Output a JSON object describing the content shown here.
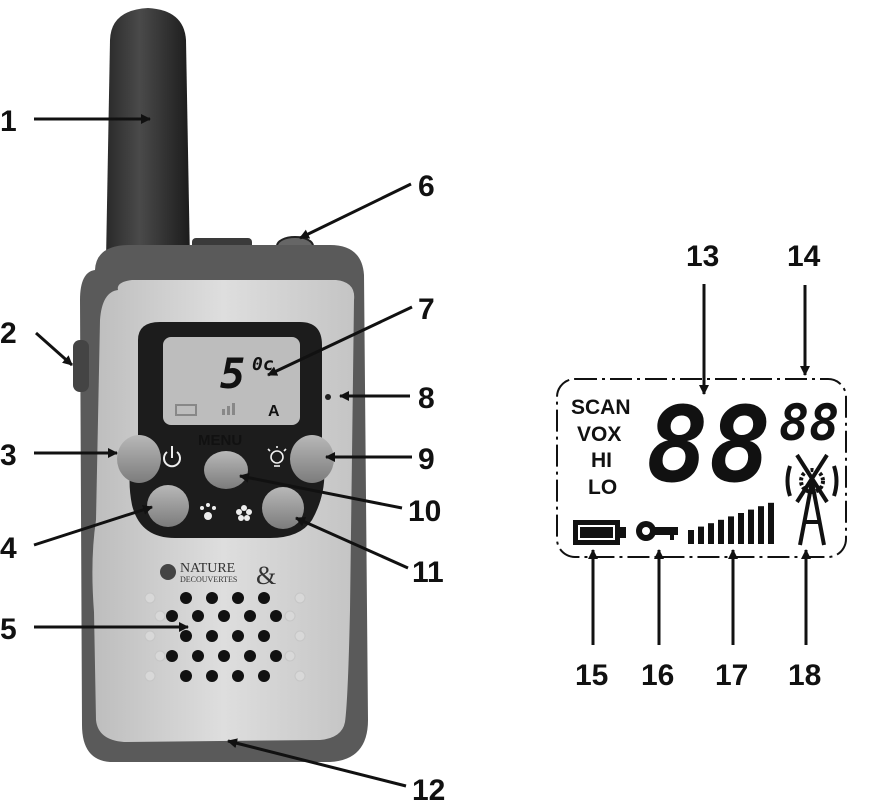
{
  "device": {
    "menu_label": "MENU",
    "brand_line1": "NATURE",
    "brand_line2": "DECOUVERTES",
    "brand_amp": "&",
    "screen_digits": "5",
    "screen_small_digits": "0c"
  },
  "lcd": {
    "modes": [
      "SCAN",
      "VOX",
      "HI",
      "LO"
    ],
    "channel_digits": "88",
    "sub_channel_digits": "88"
  },
  "callouts": [
    "1",
    "2",
    "3",
    "4",
    "5",
    "6",
    "7",
    "8",
    "9",
    "10",
    "11",
    "12",
    "13",
    "14",
    "15",
    "16",
    "17",
    "18"
  ],
  "colors": {
    "ink": "#111111",
    "body_grey": "#cfcfcf",
    "dark_grey": "#555555",
    "screen": "#bdbdbd"
  }
}
